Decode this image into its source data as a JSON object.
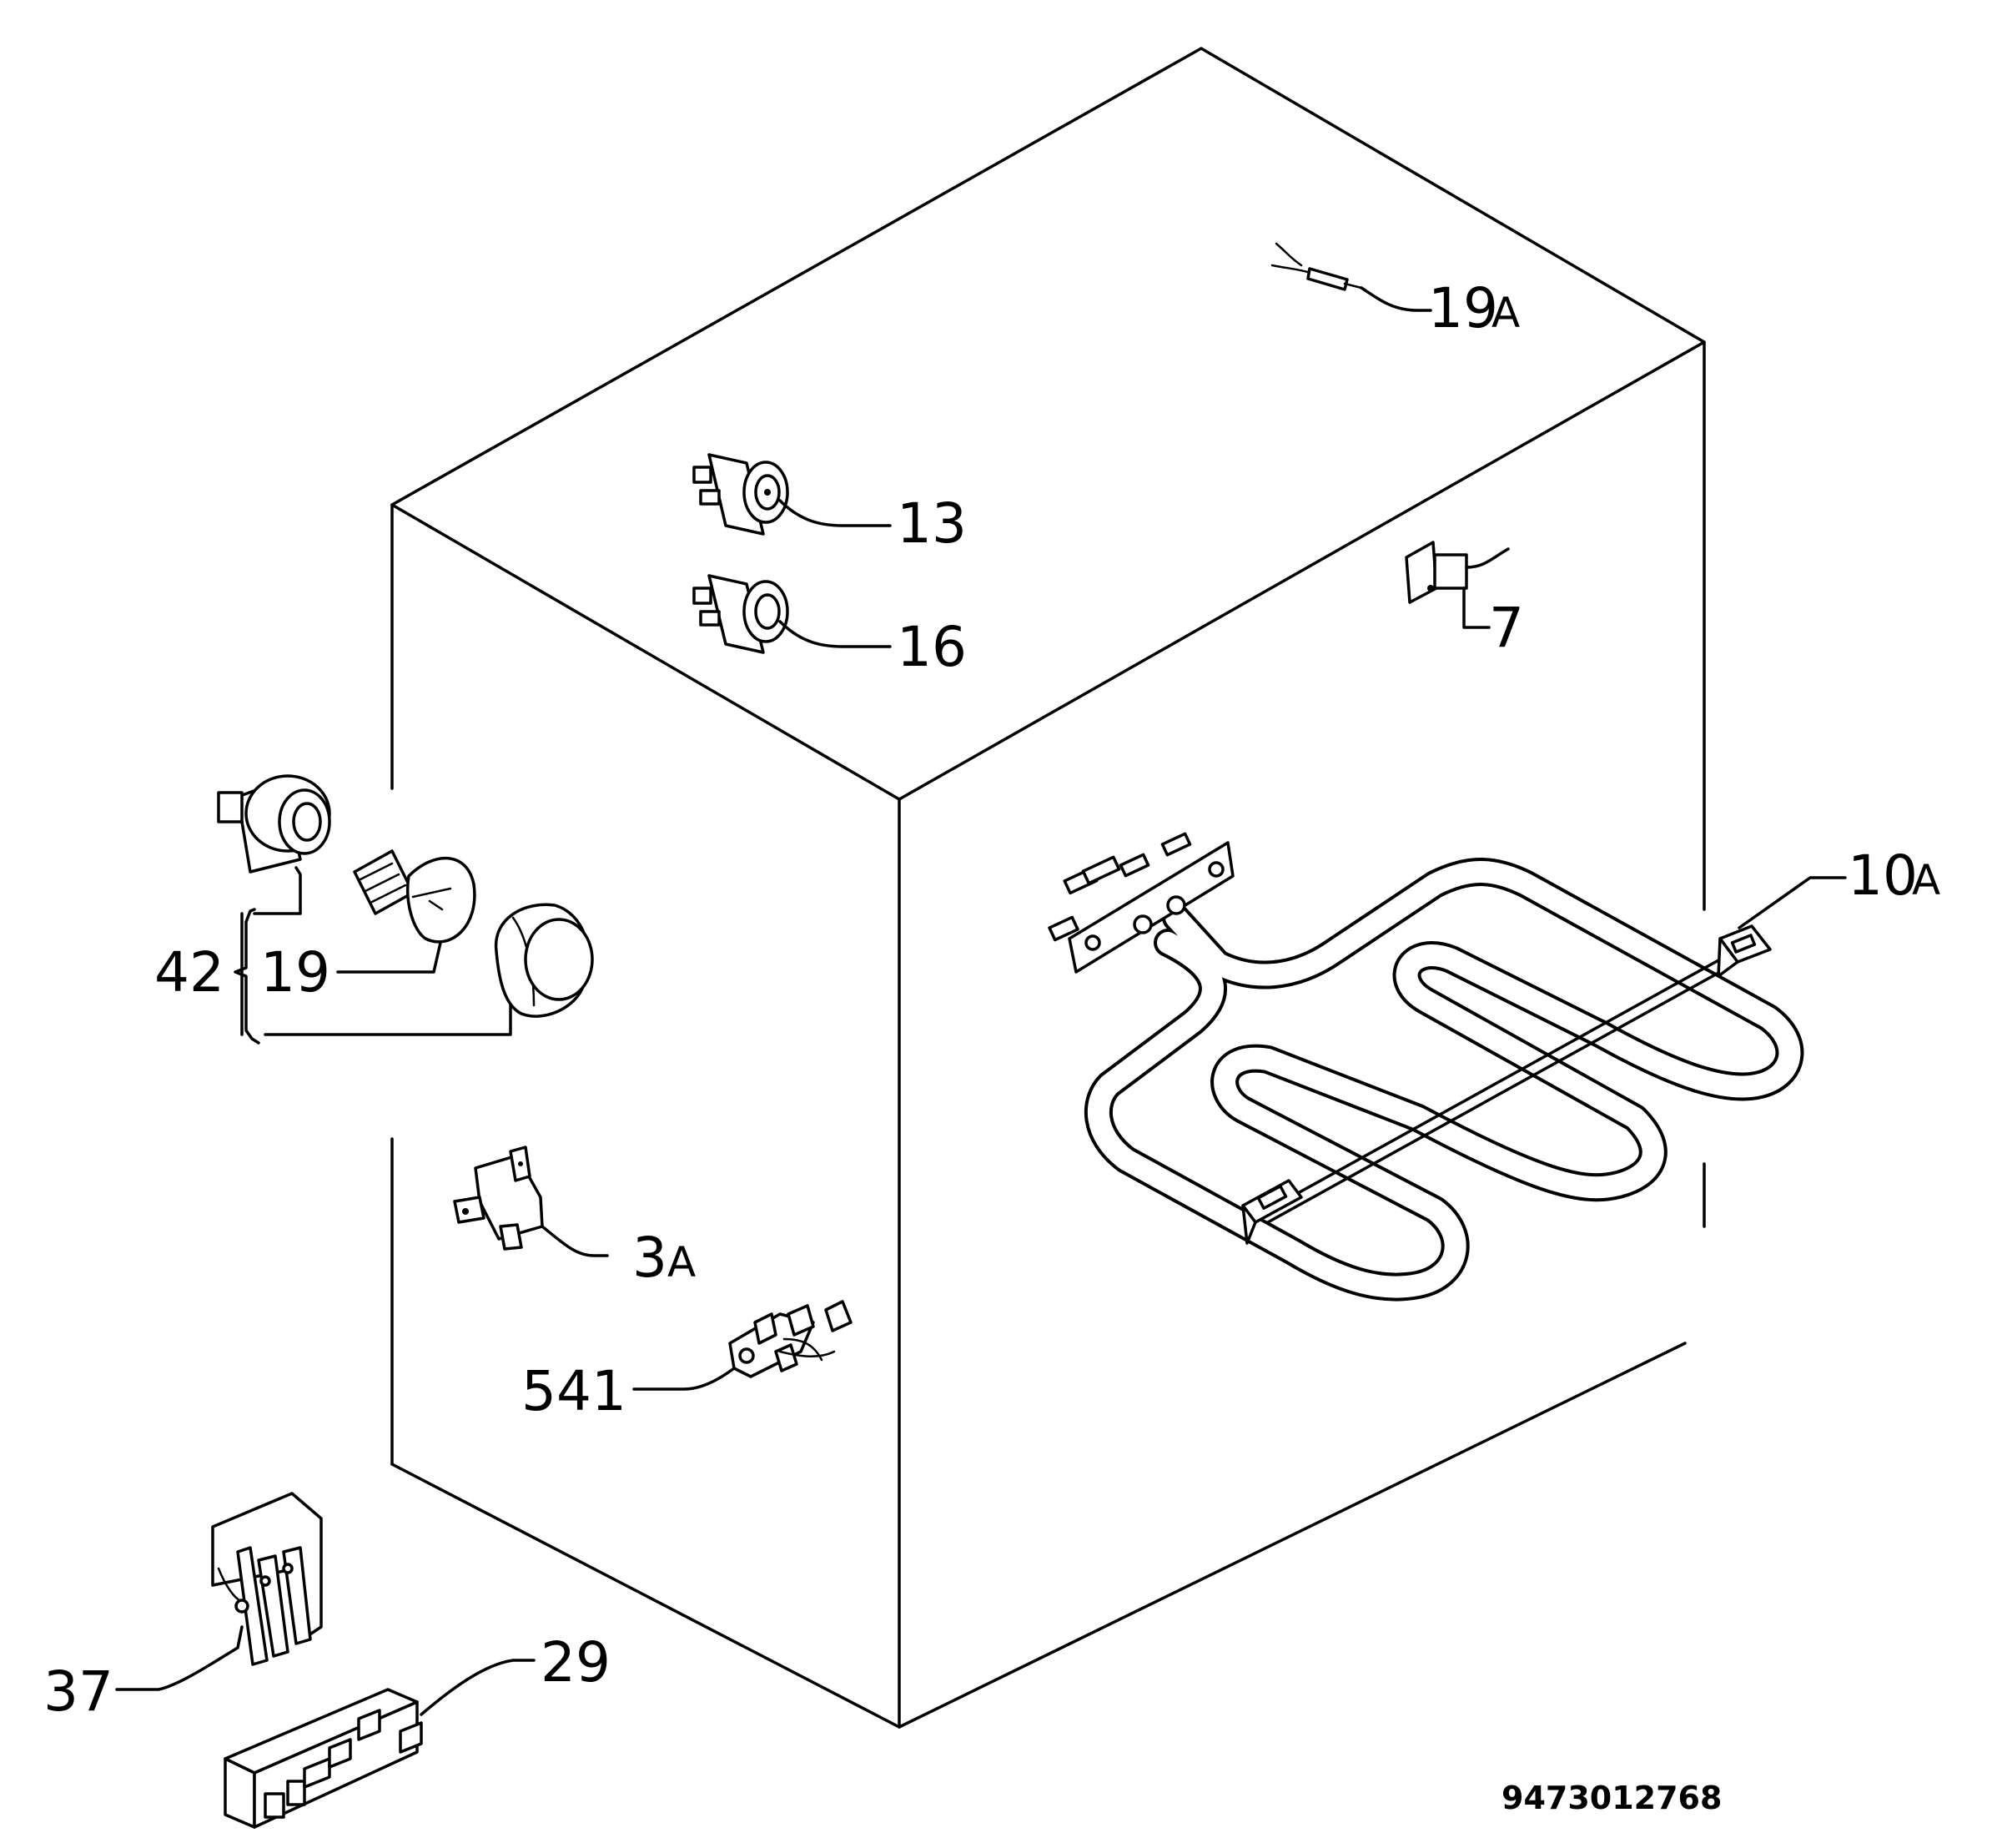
{
  "labels": {
    "p19a": {
      "num": "19",
      "sfx": "A"
    },
    "p13": {
      "num": "13"
    },
    "p16": {
      "num": "16"
    },
    "p7": {
      "num": "7"
    },
    "p10a": {
      "num": "10",
      "sfx": "A"
    },
    "p42": {
      "num": "42"
    },
    "p19": {
      "num": "19"
    },
    "p3a": {
      "num": "3",
      "sfx": "A"
    },
    "p541": {
      "num": "541"
    },
    "p37": {
      "num": "37"
    },
    "p29": {
      "num": "29"
    }
  },
  "drawing_number": "9473012768"
}
